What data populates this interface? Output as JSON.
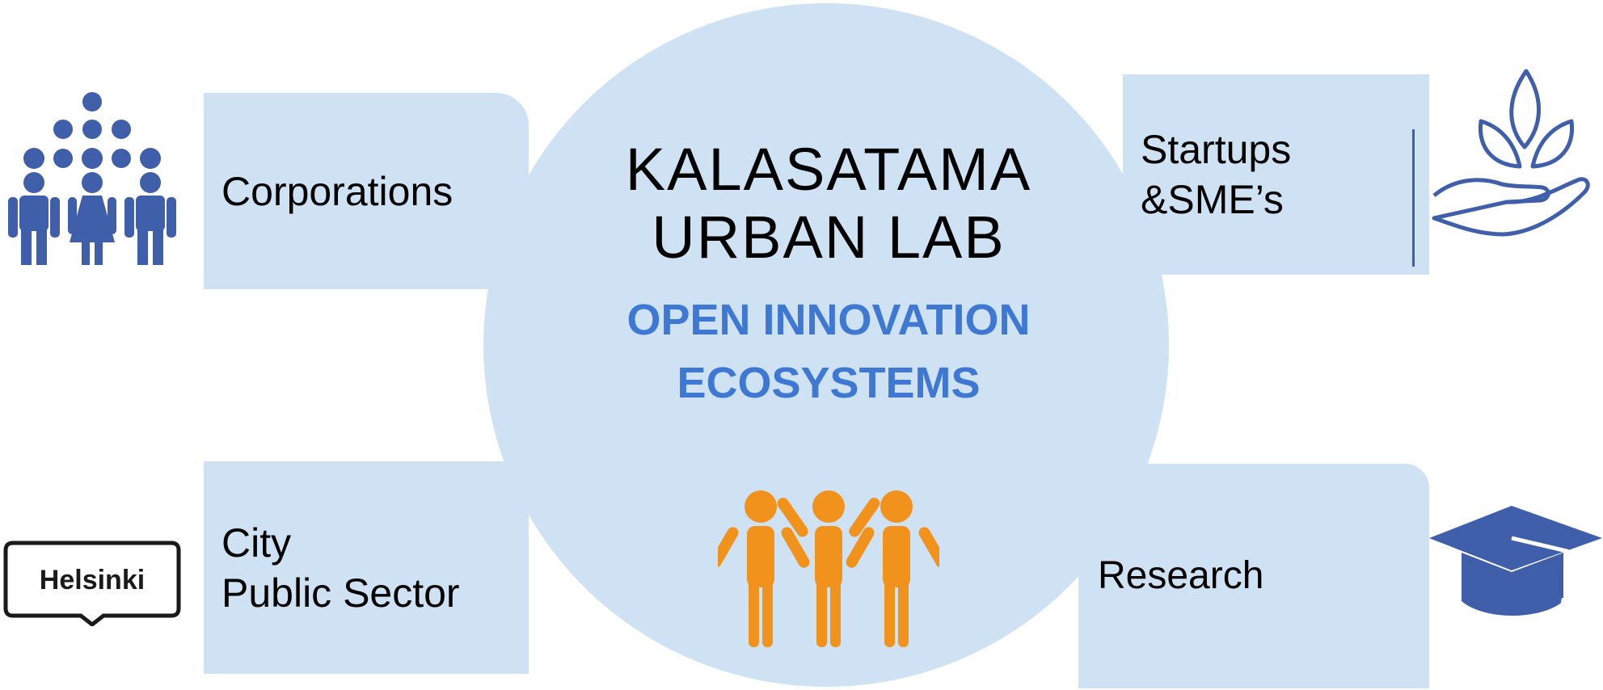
{
  "center": {
    "title": "KALASATAMA\nURBAN LAB",
    "subtitle": "OPEN INNOVATION\nECOSYSTEMS"
  },
  "nodes": {
    "corporations": "Corporations",
    "startups": "Startups\n&SME’s",
    "city": "City\nPublic Sector",
    "research": "Research"
  },
  "logo": {
    "helsinki": "Helsinki"
  },
  "colors": {
    "shape_fill": "#cfe2f3",
    "accent_blue": "#3f78d2",
    "icon_blue": "#3f5faa",
    "icon_orange": "#f0921c"
  },
  "icons": [
    "people-group-icon",
    "hand-with-plant-icon",
    "graduation-cap-icon",
    "cheering-people-icon",
    "helsinki-logo-icon"
  ]
}
